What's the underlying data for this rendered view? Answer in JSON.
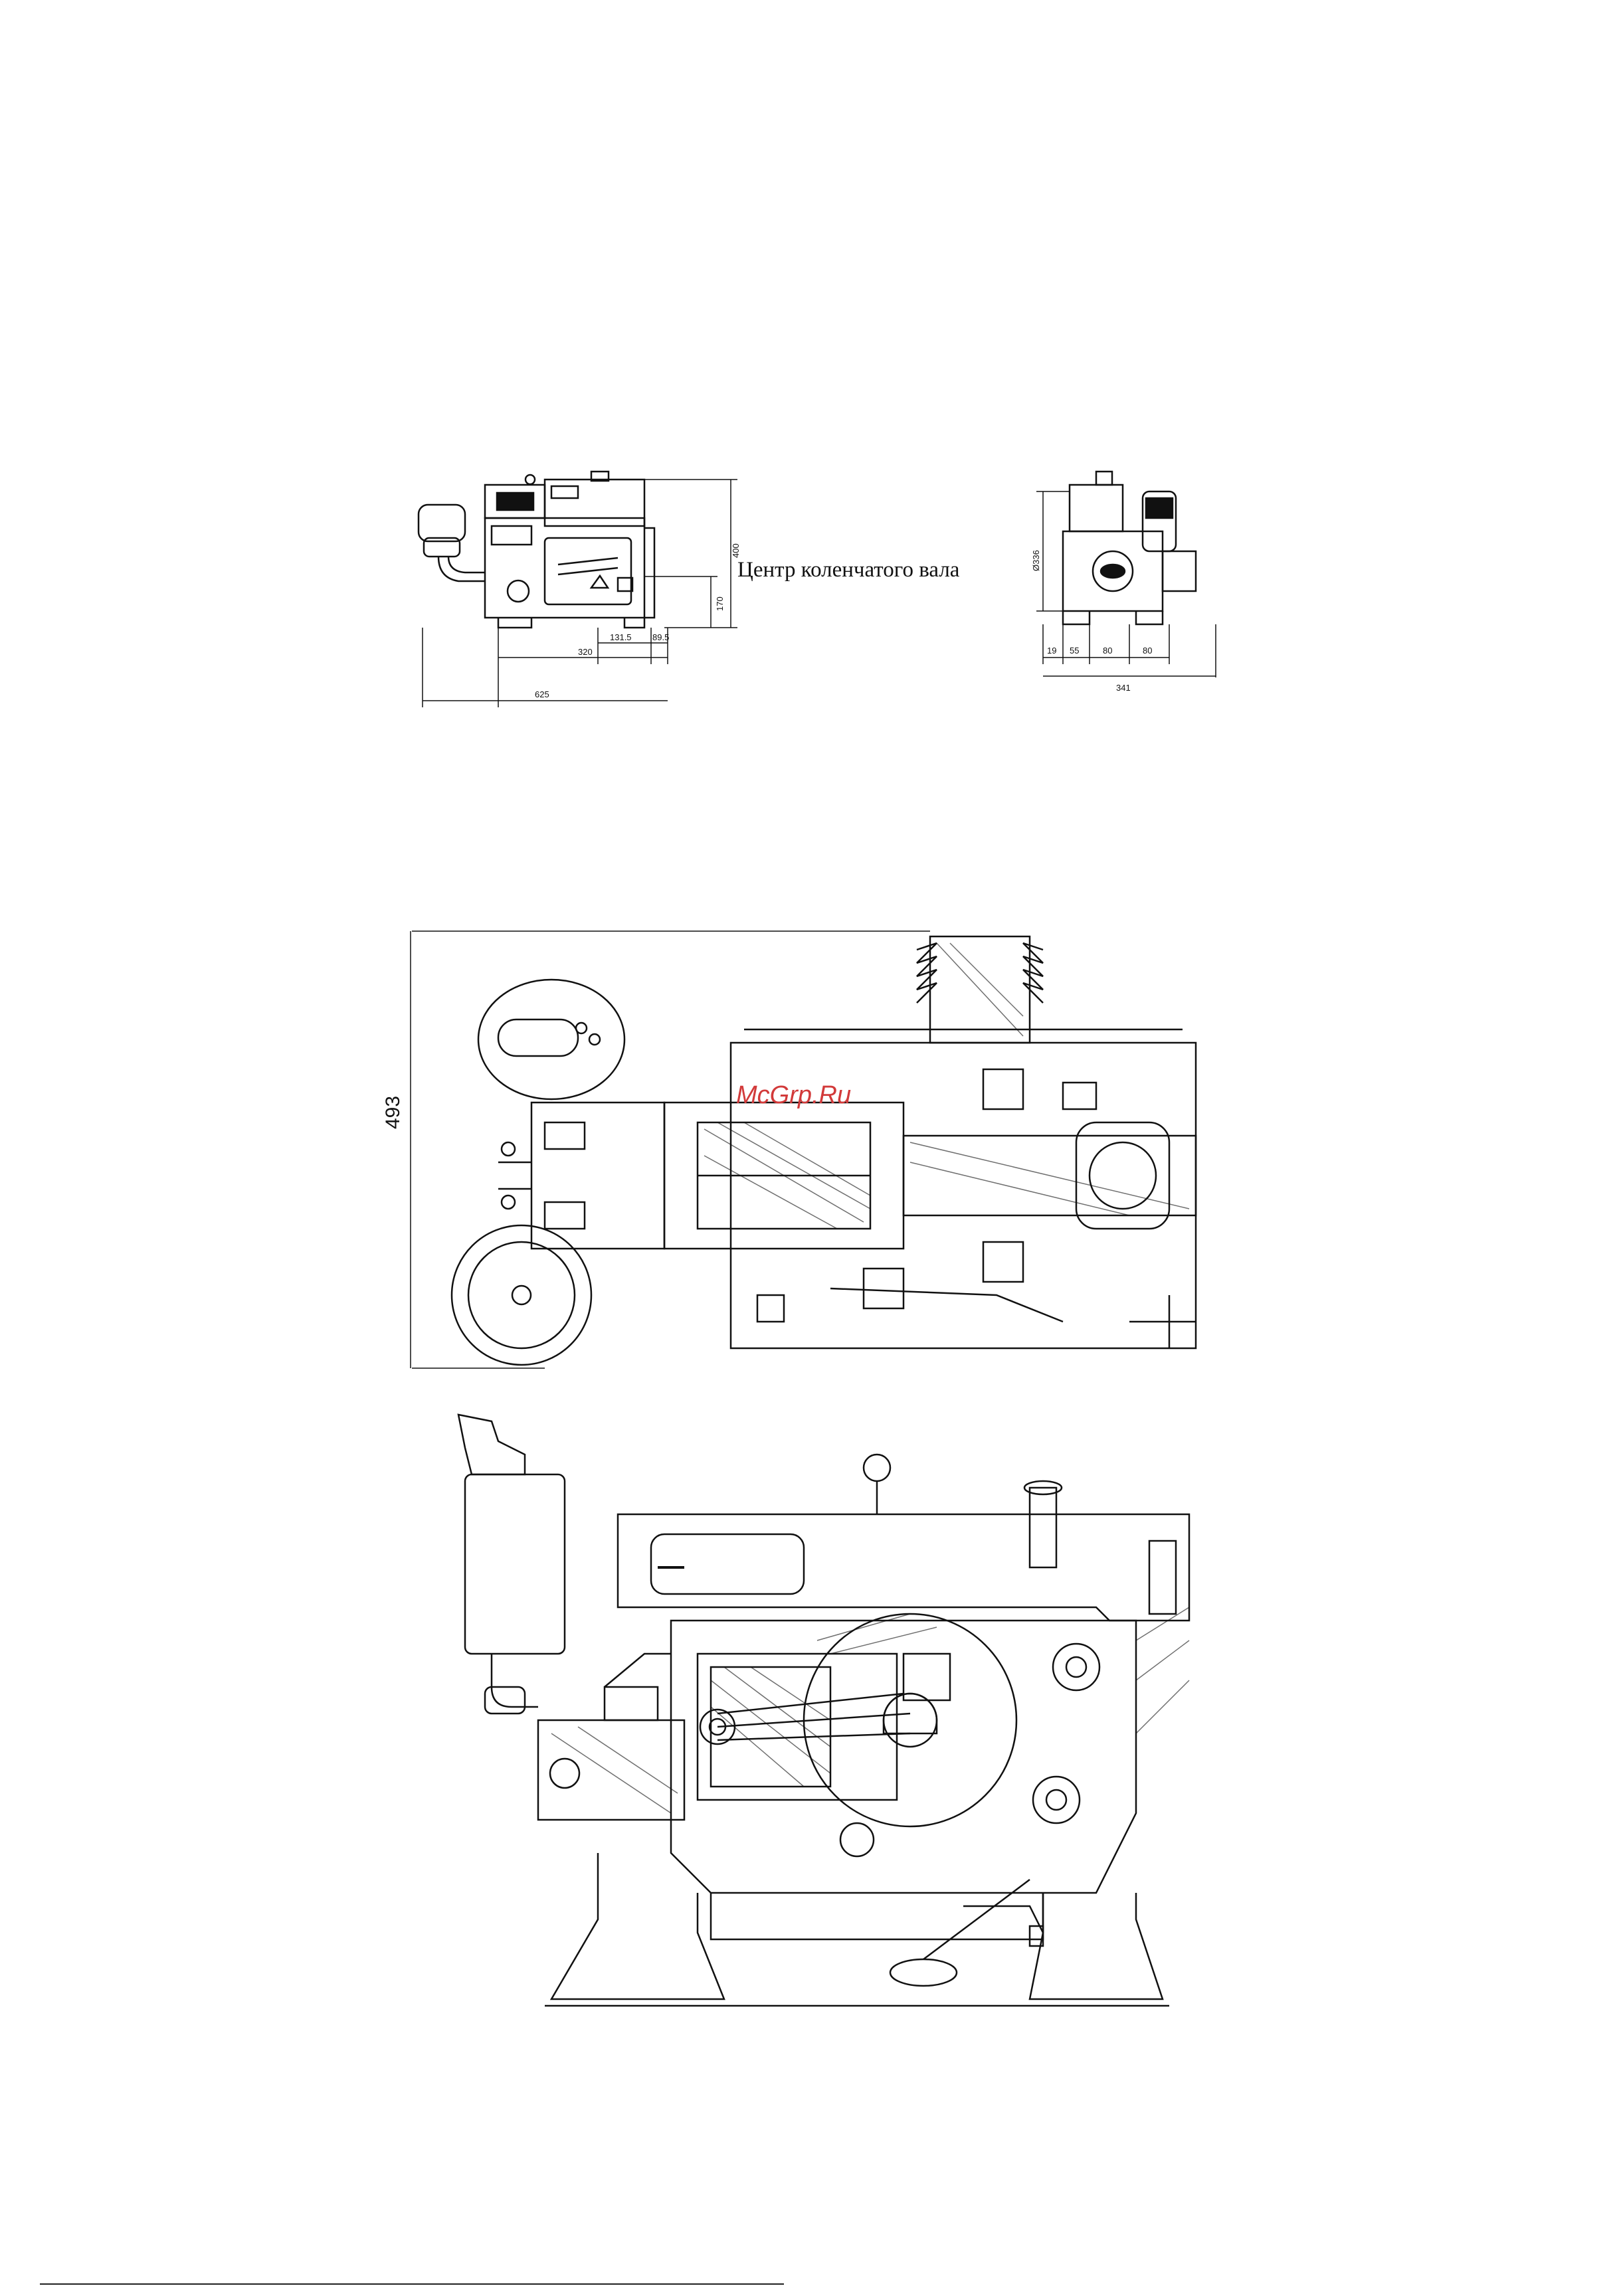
{
  "side_view": {
    "dimensions": {
      "d400": "400",
      "d170": "170",
      "d320": "320",
      "d131_5": "131.5",
      "d89_5": "89.5",
      "d625": "625"
    }
  },
  "front_view": {
    "dimensions": {
      "d336": "Ø336",
      "d19": "19",
      "d55": "55",
      "d80a": "80",
      "d80b": "80",
      "d341": "341"
    }
  },
  "crankshaft_center_label": "Центр коленчатого вала",
  "plan_view": {
    "dimension_493": "493"
  },
  "watermark": {
    "text": "McGrp.Ru",
    "color": "#d23a3a"
  }
}
